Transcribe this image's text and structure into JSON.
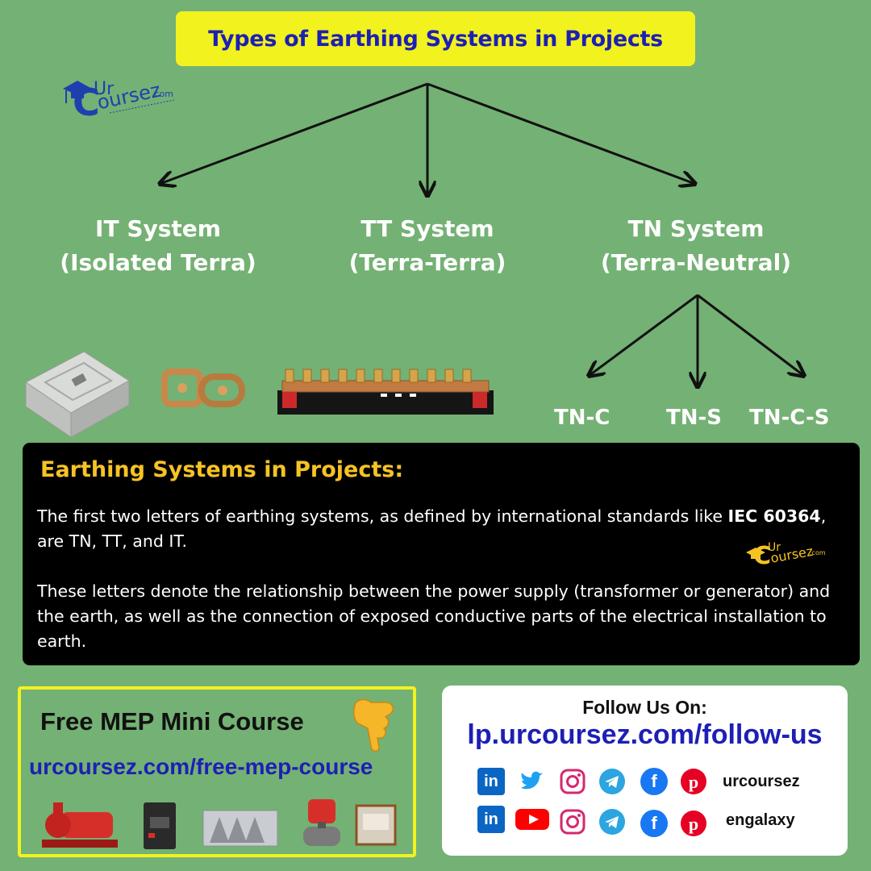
{
  "title": "Types of Earthing Systems in Projects",
  "logo": {
    "ur": "Ur",
    "c": "C",
    "rest": "oursez",
    "dom": ".com"
  },
  "systems": [
    {
      "name": "IT System",
      "sub": "(Isolated Terra)"
    },
    {
      "name": "TT System",
      "sub": "(Terra-Terra)"
    },
    {
      "name": "TN System",
      "sub": "(Terra-Neutral)"
    }
  ],
  "tn_types": [
    "TN-C",
    "TN-S",
    "TN-C-S"
  ],
  "info": {
    "heading": "Earthing Systems in Projects:",
    "p1_a": "The first two letters of earthing systems, as defined by international standards like ",
    "p1_b": "IEC 60364",
    "p1_c": ", are TN, TT, and IT.",
    "p2": "These letters denote the relationship between the power supply (transformer or generator) and the earth, as well as the connection of exposed conductive parts of the electrical installation to earth."
  },
  "course": {
    "title": "Free MEP Mini Course",
    "link": "urcoursez.com/free-mep-course"
  },
  "follow": {
    "title": "Follow Us On:",
    "link": "lp.urcoursez.com/follow-us",
    "row1_handle": "urcoursez",
    "row2_handle": "engalaxy"
  },
  "colors": {
    "background": "#74b174",
    "title_bg": "#f2f21e",
    "title_text": "#1d1fb5",
    "heading_yellow": "#f6c324"
  }
}
